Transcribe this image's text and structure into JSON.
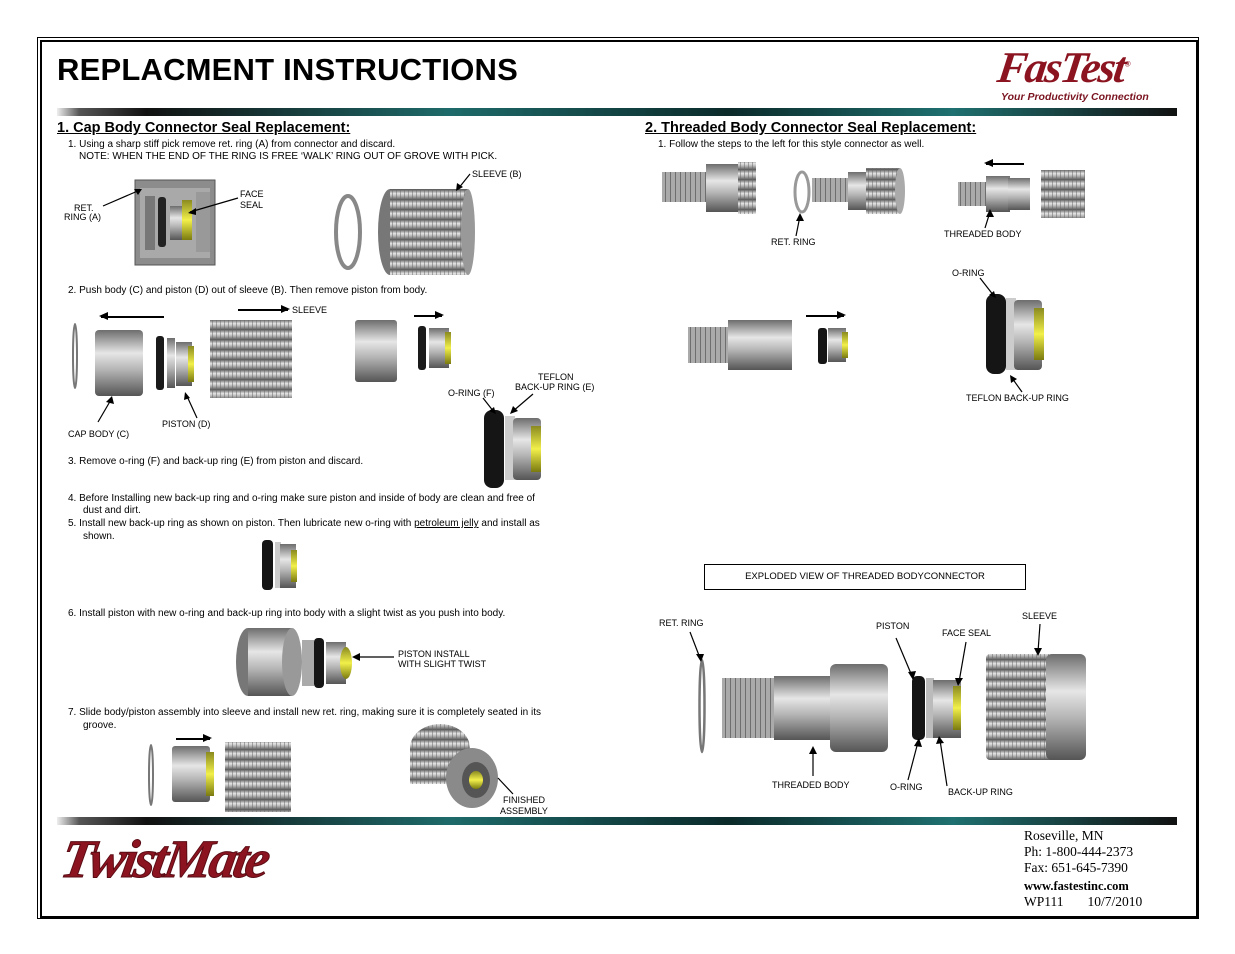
{
  "header": {
    "title": "REPLACMENT INSTRUCTIONS",
    "logo_text": "FasTest",
    "logo_mark": "®",
    "tagline": "Your Productivity Connection"
  },
  "section1": {
    "heading": "1. Cap Body Connector Seal Replacement:",
    "step1_line1": "1.  Using a sharp stiff pick remove ret. ring (A) from connector and discard.",
    "step1_line2": "NOTE: WHEN THE END OF THE RING IS FREE ‘WALK’ RING OUT OF GROVE WITH PICK.",
    "label_ret_ring_a_1": "RET.",
    "label_ret_ring_a_2": "RING (A)",
    "label_face_seal_1": "FACE",
    "label_face_seal_2": "SEAL",
    "label_sleeve_b": "SLEEVE (B)",
    "step2": "2.  Push body (C) and piston (D) out of sleeve (B). Then remove piston from body.",
    "label_sleeve": "SLEEVE",
    "label_cap_body": "CAP BODY (C)",
    "label_piston_d": "PISTON (D)",
    "label_oring_f": "O-RING (F)",
    "label_teflon_1": "TEFLON",
    "label_teflon_2": "BACK-UP RING (E)",
    "step3": "3.  Remove o-ring (F) and back-up ring (E) from piston and discard.",
    "step4_line1": "4.  Before Installing new back-up ring and o-ring make sure piston and inside of body are clean and free of",
    "step4_line2": "dust and dirt.",
    "step5_line1_a": "5.  Install new back-up ring as shown on piston. Then lubricate new o-ring with ",
    "step5_line1_u": "petroleum jelly",
    "step5_line1_b": " and install as",
    "step5_line2": "shown.",
    "step6": "6.  Install piston with new o-ring and back-up ring into body with a slight twist as you push into body.",
    "label_piston_install_1": "PISTON INSTALL",
    "label_piston_install_2": "WITH SLIGHT TWIST",
    "step7_line1": "7.  Slide body/piston assembly into sleeve and install new ret. ring, making sure it is completely seated in its",
    "step7_line2": "groove.",
    "label_finished_1": "FINISHED",
    "label_finished_2": "ASSEMBLY"
  },
  "section2": {
    "heading": "2. Threaded Body Connector Seal Replacement:",
    "step1": "1.  Follow the steps to the left for this style connector as well.",
    "label_ret_ring": "RET. RING",
    "label_threaded_body": "THREADED BODY",
    "label_oring": "O-RING",
    "label_teflon_backup": "TEFLON BACK-UP RING",
    "exploded_caption": "EXPLODED VIEW OF THREADED BODYCONNECTOR",
    "ex_ret_ring": "RET. RING",
    "ex_piston": "PISTON",
    "ex_face_seal": "FACE SEAL",
    "ex_sleeve": "SLEEVE",
    "ex_threaded_body": "THREADED BODY",
    "ex_oring": "O-RING",
    "ex_backup_ring": "BACK-UP RING"
  },
  "footer": {
    "brand": "TwistMate",
    "city": "Roseville, MN",
    "phone": "Ph: 1-800-444-2373",
    "fax": "Fax: 651-645-7390",
    "web": "www.fastestinc.com",
    "doc_id": "WP111",
    "date": "10/7/2010"
  }
}
